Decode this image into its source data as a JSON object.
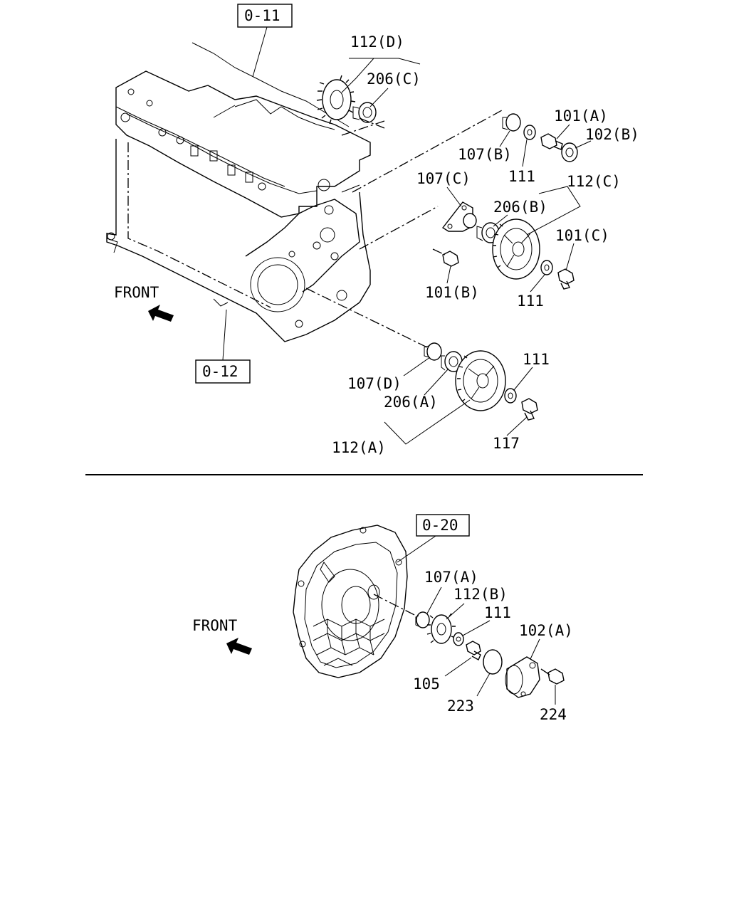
{
  "references": {
    "ref_0_11": "0-11",
    "ref_0_12": "0-12",
    "ref_0_20": "0-20"
  },
  "front_labels": {
    "top": "FRONT",
    "bottom": "FRONT"
  },
  "callouts": {
    "c112D": "112(D)",
    "c206C": "206(C)",
    "c101A": "101(A)",
    "c102B": "102(B)",
    "c107B": "107(B)",
    "c111_top": "111",
    "c107C": "107(C)",
    "c112C": "112(C)",
    "c206B": "206(B)",
    "c101C": "101(C)",
    "c101B": "101(B)",
    "c111_mid": "111",
    "c111_low": "111",
    "c107D": "107(D)",
    "c206A": "206(A)",
    "c112A": "112(A)",
    "c117": "117",
    "c107A": "107(A)",
    "c112B": "112(B)",
    "c111_bottom": "111",
    "c102A": "102(A)",
    "c105": "105",
    "c223": "223",
    "c224": "224"
  }
}
